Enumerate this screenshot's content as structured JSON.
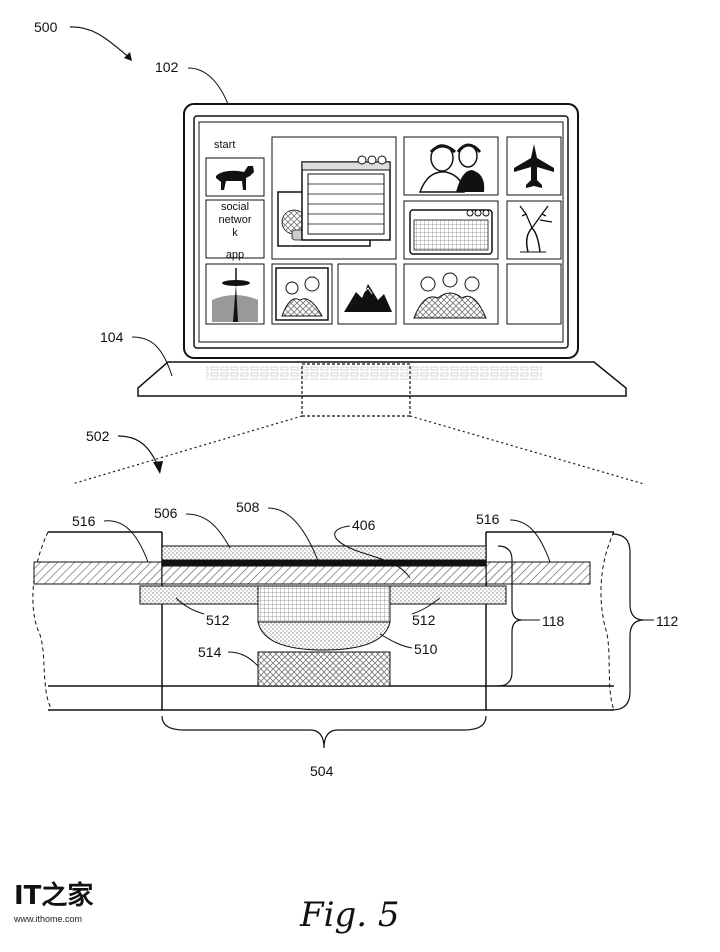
{
  "figure_label": "Fig. 5",
  "refs": {
    "r500": "500",
    "r102": "102",
    "r104": "104",
    "r502": "502",
    "r516a": "516",
    "r516b": "516",
    "r506": "506",
    "r508": "508",
    "r406": "406",
    "r512a": "512",
    "r512b": "512",
    "r514": "514",
    "r510": "510",
    "r118": "118",
    "r112": "112",
    "r504": "504"
  },
  "screen": {
    "start_label": "start",
    "social_app_lines": [
      "social",
      "networ",
      "k",
      "app"
    ]
  },
  "watermark": {
    "logo_text": "IT之家",
    "url": "www.ithome.com"
  },
  "icons": [
    "dog-icon",
    "windows-stack-icon",
    "people-photo-icon",
    "airplane-icon",
    "calendar-icon",
    "deer-icon",
    "space-needle-icon",
    "family-photo-icon",
    "mountain-icon",
    "group-photo-icon"
  ]
}
